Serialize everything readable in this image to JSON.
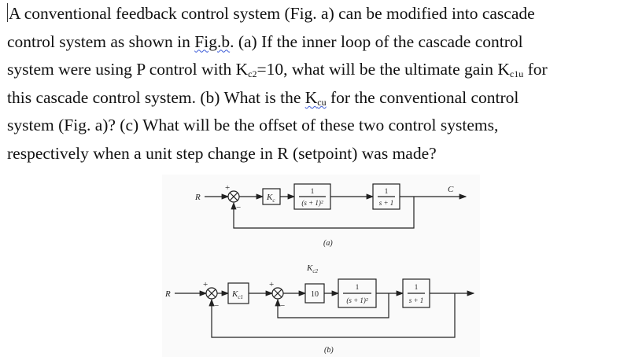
{
  "question": {
    "line1": "A conventional feedback control system (Fig. a) can be modified into cascade",
    "line2_a": "control system as shown in ",
    "line2_fig": "Fig.b",
    "line2_b": ". (a) If the inner loop of the cascade control",
    "line3_a": "system were using P control with K",
    "line3_sub1": "c2",
    "line3_b": "=10, what will be the ultimate gain K",
    "line3_sub2": "c1u",
    "line3_c": " for",
    "line4_a": "this cascade control system. (b) What is the ",
    "line4_k": "K",
    "line4_sub": "cu",
    "line4_b": " for the conventional control",
    "line5": "system (Fig. a)? (c) What will be the offset of these two control systems,",
    "line6": "respectively when a unit step change in R (setpoint) was made?"
  },
  "figure": {
    "fig_a": {
      "input": "R",
      "plus": "+",
      "minus": "−",
      "controller": "K",
      "controller_sub": "c",
      "block1_num": "1",
      "block1_den": "(s + 1)²",
      "block2_num": "1",
      "block2_den": "s + 1",
      "output": "C",
      "caption": "(a)"
    },
    "fig_b": {
      "input": "R",
      "plus1": "+",
      "minus1": "−",
      "controller1": "K",
      "controller1_sub": "c1",
      "plus2": "+",
      "minus2": "−",
      "inner_gain_label": "K",
      "inner_gain_sub": "c2",
      "block_gain": "10",
      "block1_num": "1",
      "block1_den": "(s + 1)²",
      "block2_num": "1",
      "block2_den": "s + 1",
      "caption": "(b)"
    }
  }
}
